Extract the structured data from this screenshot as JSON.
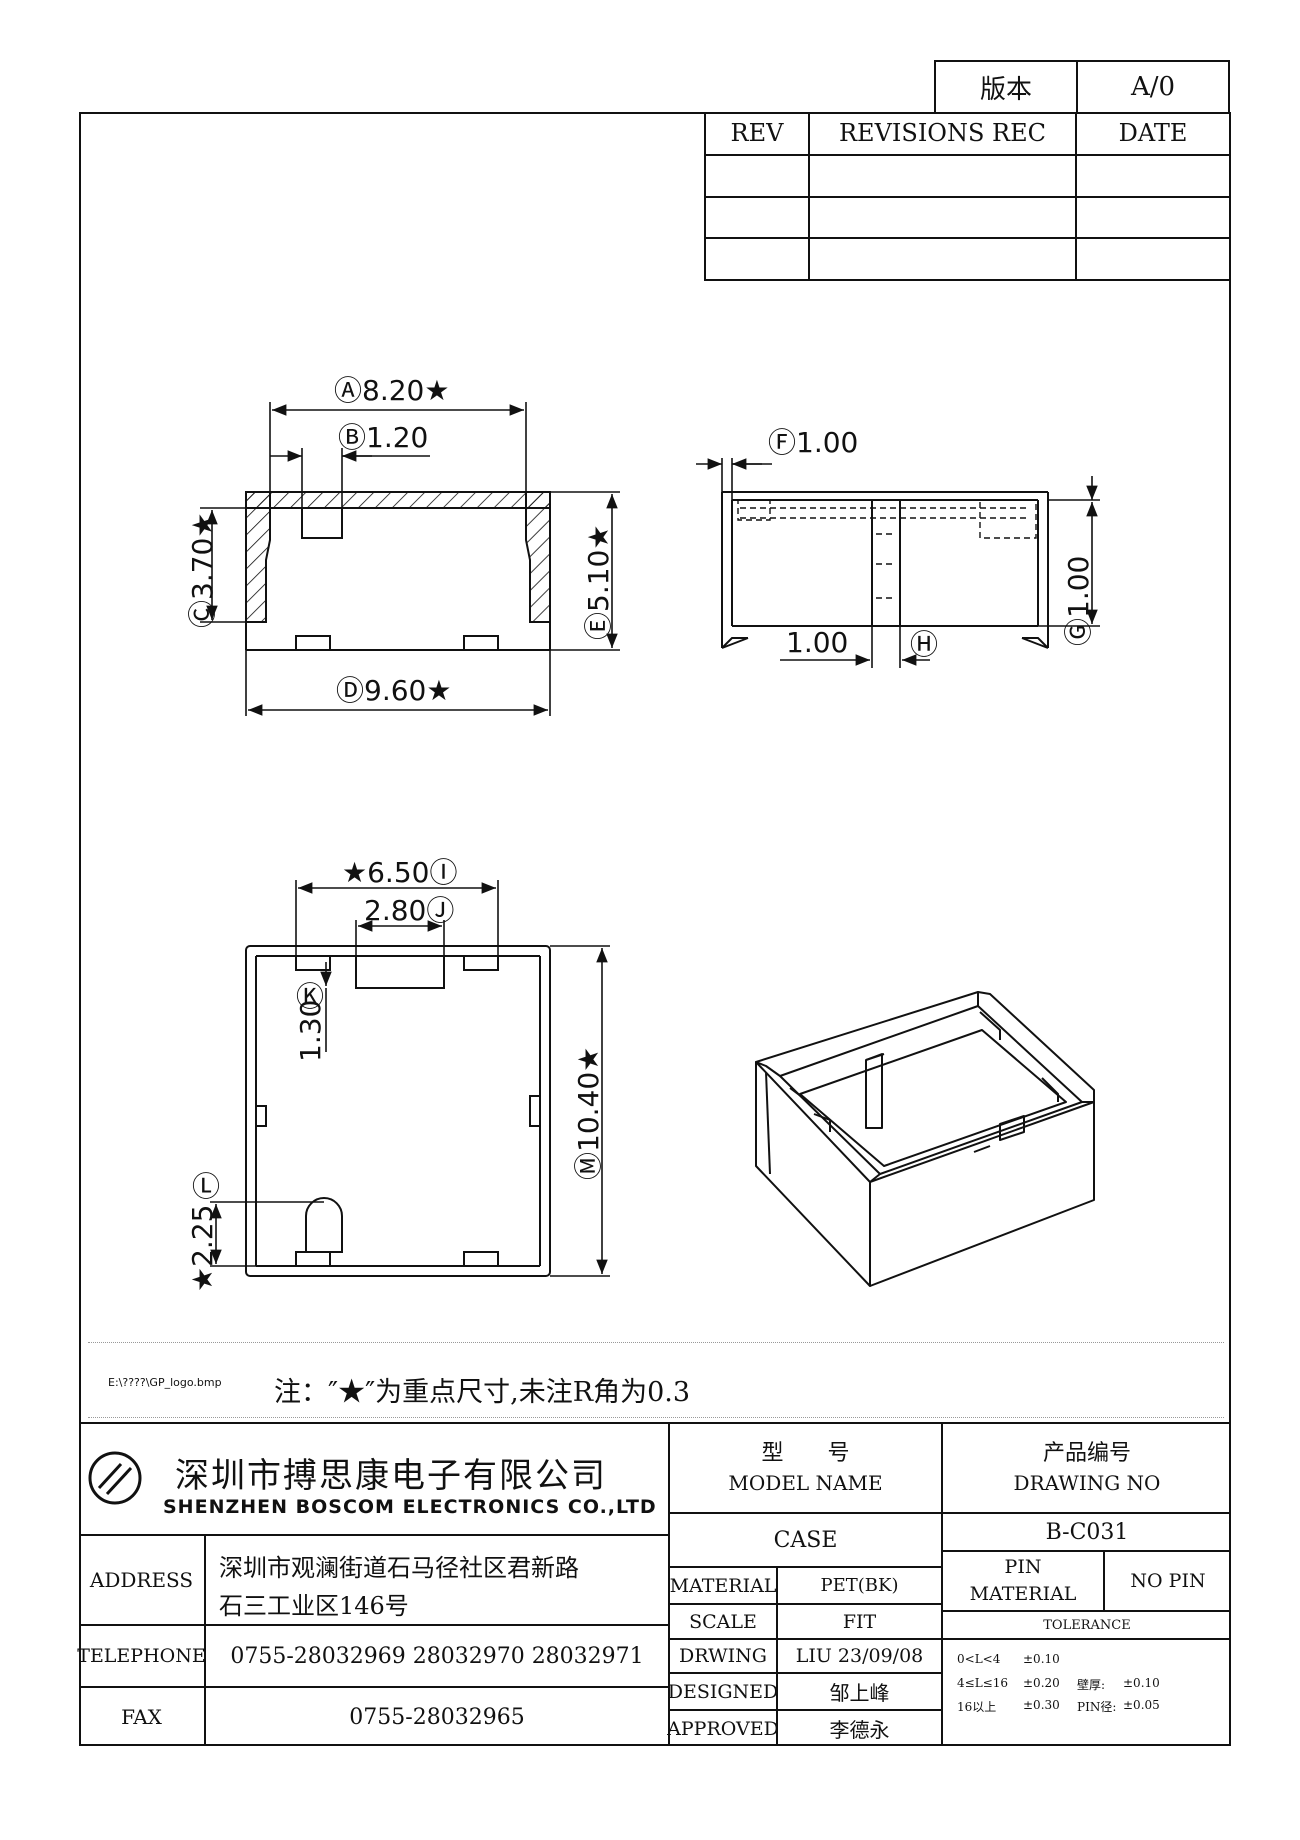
{
  "version_box": {
    "label": "版本",
    "value": "A/0"
  },
  "revisions": {
    "headers": [
      "REV",
      "REVISIONS REC",
      "DATE"
    ],
    "rows": [
      [
        "",
        "",
        ""
      ],
      [
        "",
        "",
        ""
      ],
      [
        "",
        "",
        ""
      ]
    ]
  },
  "dims": {
    "a": "Ⓐ8.20★",
    "b": "Ⓑ1.20",
    "c": "Ⓒ3.70★",
    "d": "Ⓓ9.60★",
    "e": "Ⓔ5.10★",
    "f": "Ⓕ1.00",
    "g": "Ⓖ1.00",
    "h_val": "1.00",
    "h_tag": "Ⓗ",
    "i": "★6.50Ⓘ",
    "j": "2.80Ⓙ",
    "k_tag": "Ⓚ",
    "k_val": "1.30",
    "l_tag": "Ⓛ",
    "l_val": "★2.25",
    "m": "Ⓜ10.40★"
  },
  "logo_path_text": "E:\\????\\GP_logo.bmp",
  "note": "注：″★″为重点尺寸,未注R角为0.3",
  "company": {
    "name_cn": "深圳市搏思康电子有限公司",
    "name_en": "SHENZHEN BOSCOM ELECTRONICS CO.,LTD"
  },
  "address": {
    "label": "ADDRESS",
    "line1": "深圳市观澜街道石马径社区君新路",
    "line2": "石三工业区146号"
  },
  "telephone": {
    "label": "TELEPHONE",
    "value": "0755-28032969 28032970 28032971"
  },
  "fax": {
    "label": "FAX",
    "value": "0755-28032965"
  },
  "model": {
    "label_cn": "型　　号",
    "label_en": "MODEL NAME",
    "value": "CASE"
  },
  "drawing": {
    "label_cn": "产品编号",
    "label_en": "DRAWING NO",
    "value": "B-C031"
  },
  "material": {
    "label": "MATERIAL",
    "value": "PET(BK)"
  },
  "scale": {
    "label": "SCALE",
    "value": "FIT"
  },
  "drwing": {
    "label": "DRWING",
    "value": "LIU 23/09/08"
  },
  "designed": {
    "label": "DESIGNED",
    "value": "邹上峰"
  },
  "approved": {
    "label": "APPROVED",
    "value": "李德永"
  },
  "pin_material": {
    "label1": "PIN",
    "label2": "MATERIAL",
    "value": "NO PIN"
  },
  "tolerance": {
    "label": "TOLERANCE",
    "rows": [
      {
        "range": "0<L<4",
        "tol": "±0.10",
        "extra_label": "",
        "extra_val": ""
      },
      {
        "range": "4≤L≤16",
        "tol": "±0.20",
        "extra_label": "壁厚:",
        "extra_val": "±0.10"
      },
      {
        "range": "16以上",
        "tol": "±0.30",
        "extra_label": "PIN径:",
        "extra_val": "±0.05"
      }
    ]
  }
}
